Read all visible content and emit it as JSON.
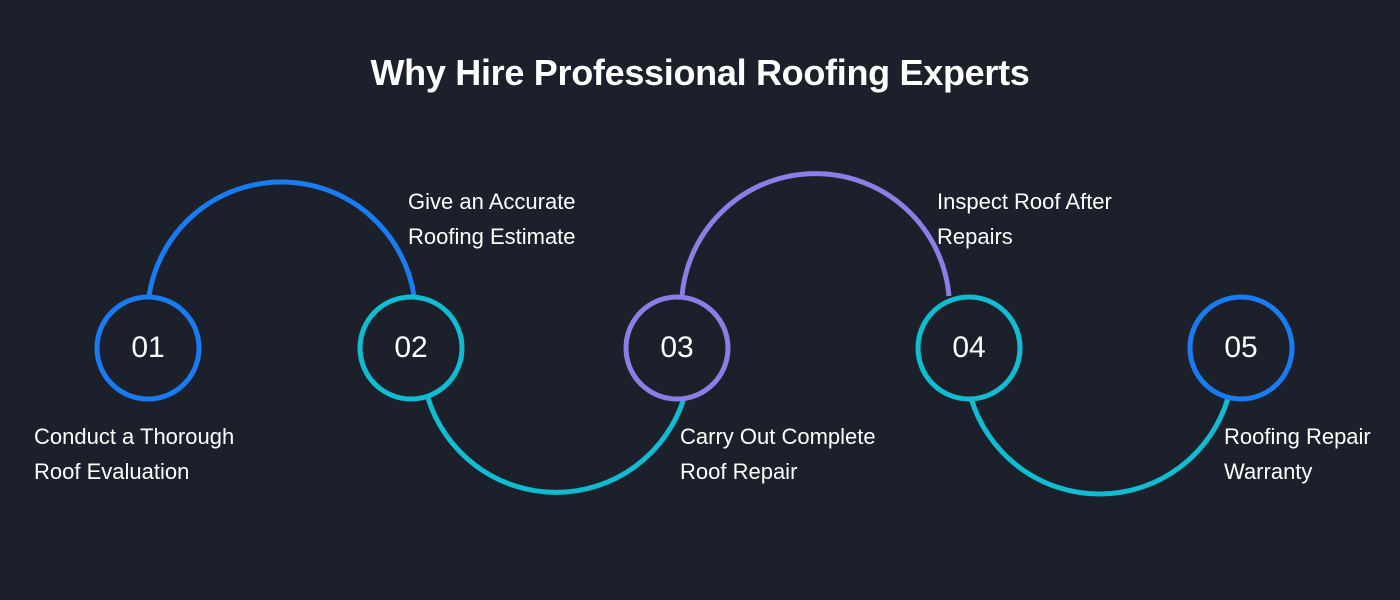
{
  "title": "Why Hire Professional Roofing Experts",
  "colors": {
    "background": "#1b202a",
    "blue": "#1a7cf5",
    "cyan": "#0fbcd1",
    "purple": "#8a7fe6",
    "text": "#ffffff"
  },
  "steps": [
    {
      "number": "01",
      "line1": "Conduct a Thorough",
      "line2": "Roof Evaluation",
      "ring_color": "blue"
    },
    {
      "number": "02",
      "line1": "Give an Accurate",
      "line2": "Roofing Estimate",
      "ring_color": "cyan"
    },
    {
      "number": "03",
      "line1": "Carry Out Complete",
      "line2": "Roof Repair",
      "ring_color": "purple"
    },
    {
      "number": "04",
      "line1": "Inspect Roof After",
      "line2": "Repairs",
      "ring_color": "cyan"
    },
    {
      "number": "05",
      "line1": "Roofing Repair",
      "line2": "Warranty",
      "ring_color": "blue"
    }
  ]
}
